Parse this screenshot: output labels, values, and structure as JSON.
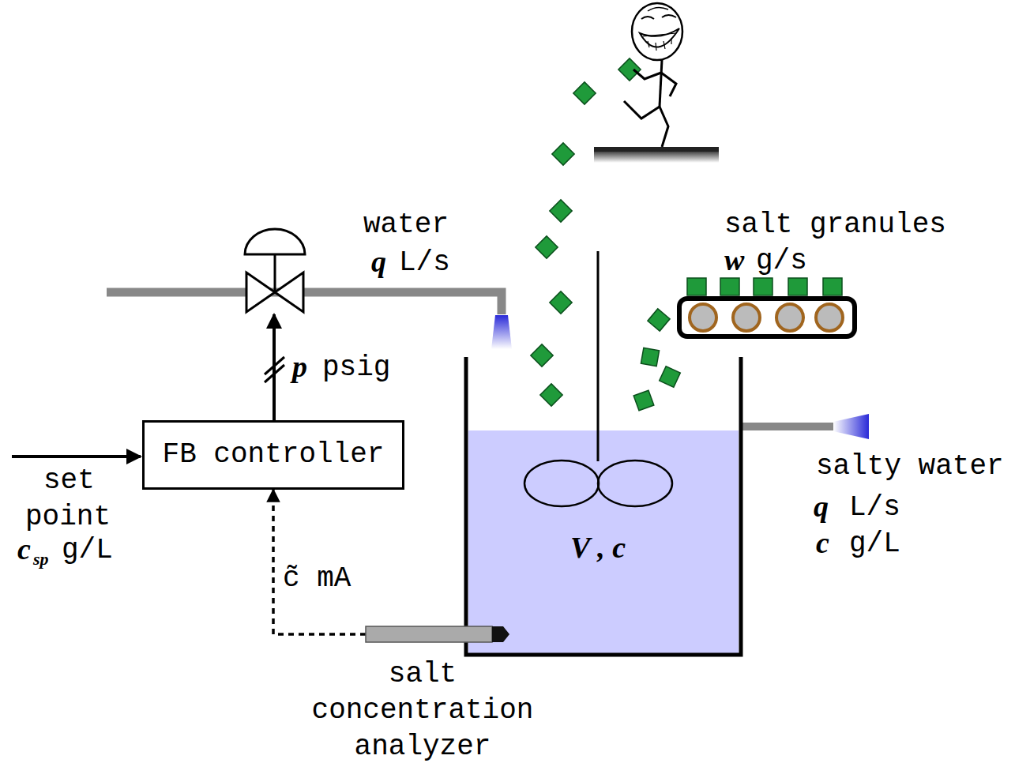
{
  "diagram": {
    "nodes": [
      {
        "text": [
          "FB controller"
        ]
      },
      {
        "text": [
          "V , c"
        ]
      },
      {
        "text": [
          "salt concentration analyzer"
        ]
      }
    ],
    "edges": [
      {
        "from": 2,
        "to": 0,
        "arrow": "to",
        "label": "c̃ mA"
      }
    ],
    "labels": [
      "water",
      "q",
      "L/s",
      "salt granules",
      "w",
      "g/s",
      "p",
      "psig",
      "set",
      "point",
      "c",
      "sp",
      "g/L",
      "salty water",
      "q",
      "L/s",
      "c",
      "g/L"
    ]
  }
}
